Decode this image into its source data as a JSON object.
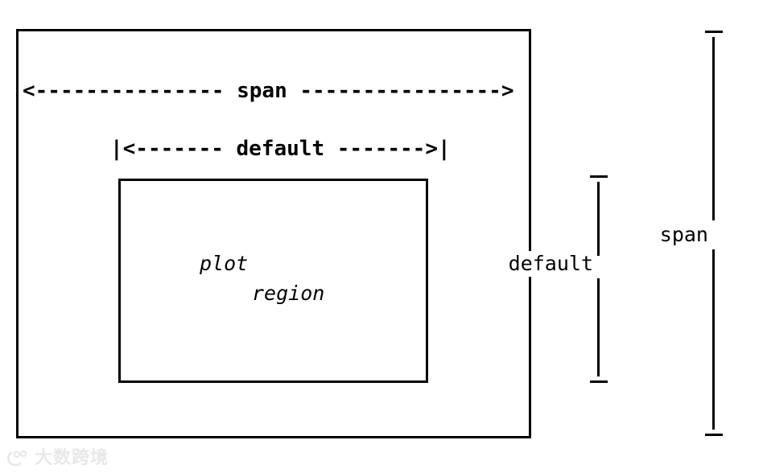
{
  "figure": {
    "title": "matplotlib span vs default layout diagram",
    "background_color": "#ffffff",
    "line_color": "#000000"
  },
  "outer_box": {
    "name": "span-box",
    "label": "span"
  },
  "inner_box": {
    "name": "plot-region-box",
    "label": "default"
  },
  "horizontal_annotations": {
    "span_arrow": "<--------------- span ---------------->",
    "default_arrow": "|<------- default ------->|"
  },
  "plot_region_labels": {
    "line1": "plot",
    "line2": "region"
  },
  "vertical_annotations": {
    "default_label": "default",
    "span_label": "span"
  },
  "watermark": {
    "text": "大数跨境",
    "color": "#e8e8e8"
  }
}
